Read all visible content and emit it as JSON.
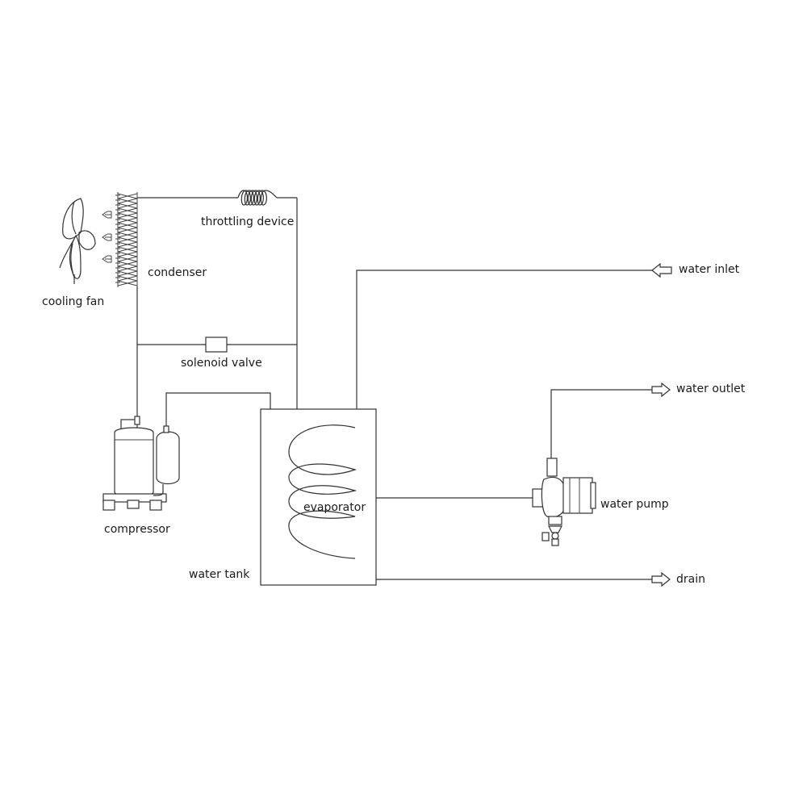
{
  "labels": {
    "throttling": "throttling device",
    "condenser": "condenser",
    "cooling_fan": "cooling fan",
    "solenoid": "solenoid valve",
    "compressor": "compressor",
    "evaporator": "evaporator",
    "water_tank": "water tank",
    "water_inlet": "water inlet",
    "water_outlet": "water outlet",
    "water_pump": "water pump",
    "drain": "drain"
  },
  "icons": {
    "fan": "cooling-fan-icon",
    "condenser": "condenser-coil-icon",
    "throttle": "throttling-coil-icon",
    "valve": "solenoid-valve-icon",
    "compressor": "compressor-icon",
    "pump": "water-pump-icon"
  },
  "colors": {
    "stroke": "#333333",
    "background": "#ffffff"
  }
}
